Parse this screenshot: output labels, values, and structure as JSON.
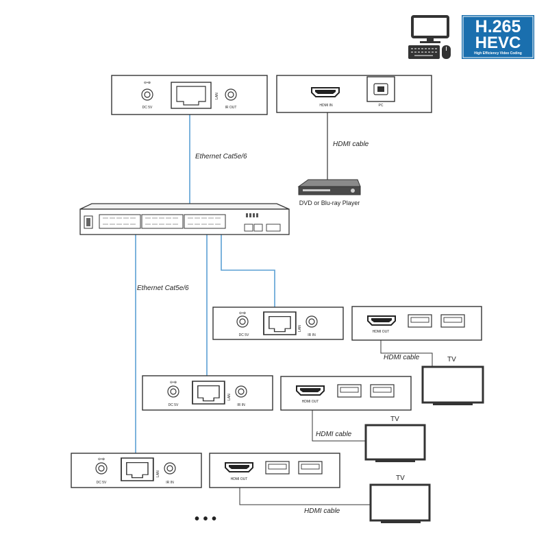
{
  "badge": {
    "line1": "H.265",
    "line2": "HEVC",
    "line3": "High Efficiency Video Coding",
    "color": "#1a6fae"
  },
  "transmitter": {
    "rear": {
      "dc_label": "DC 5V",
      "lan_label": "LAN",
      "ir_label": "IR OUT"
    },
    "front": {
      "hdmi_label": "HDMI IN",
      "pc_label": "PC"
    }
  },
  "receiver": {
    "rear": {
      "dc_label": "DC 5V",
      "lan_label": "LAN",
      "ir_label": "IR IN"
    },
    "front": {
      "hdmi_label": "HDMI OUT"
    }
  },
  "labels": {
    "ethernet_top": "Ethernet Cat5e/6",
    "ethernet_left": "Ethernet Cat5e/6",
    "hdmi_cable_source": "HDMI cable",
    "hdmi_cable_1": "HDMI cable",
    "hdmi_cable_2": "HDMI cable",
    "hdmi_cable_3": "HDMI cable",
    "player": "DVD or Blu-ray Player",
    "tv1": "TV",
    "tv2": "TV",
    "tv3": "TV",
    "more": "• • •"
  },
  "colors": {
    "cable": "#5a9fd4",
    "device_outline": "#333333"
  },
  "icons": [
    "computer-icon",
    "keyboard-icon",
    "mouse-icon",
    "dvd-player-icon",
    "network-switch-icon",
    "tv-icon",
    "hdmi-port-icon",
    "usb-port-icon",
    "rj45-port-icon"
  ]
}
